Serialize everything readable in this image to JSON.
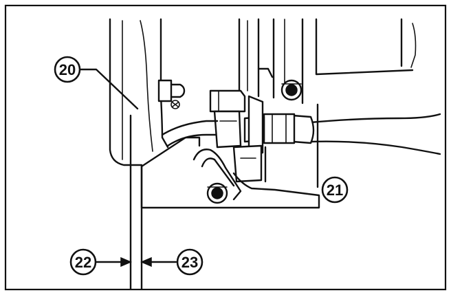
{
  "callouts": {
    "c20": "20",
    "c21": "21",
    "c22": "22",
    "c23": "23"
  }
}
